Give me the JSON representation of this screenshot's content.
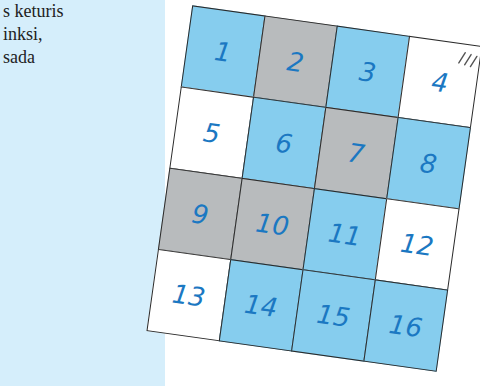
{
  "diagram": {
    "nodes": [
      {
        "text": [
          "1"
        ]
      },
      {
        "text": [
          "2"
        ]
      },
      {
        "text": [
          "3"
        ]
      },
      {
        "text": [
          "4"
        ]
      },
      {
        "text": [
          "5"
        ]
      },
      {
        "text": [
          "6"
        ]
      },
      {
        "text": [
          "7"
        ]
      },
      {
        "text": [
          "8"
        ]
      },
      {
        "text": [
          "9"
        ]
      },
      {
        "text": [
          "10"
        ]
      },
      {
        "text": [
          "11"
        ]
      },
      {
        "text": [
          "12"
        ]
      },
      {
        "text": [
          "13"
        ]
      },
      {
        "text": [
          "14"
        ]
      },
      {
        "text": [
          "15"
        ]
      },
      {
        "text": [
          "16"
        ]
      }
    ],
    "labels": [
      "s keturis",
      "inksi,",
      "sada"
    ]
  }
}
